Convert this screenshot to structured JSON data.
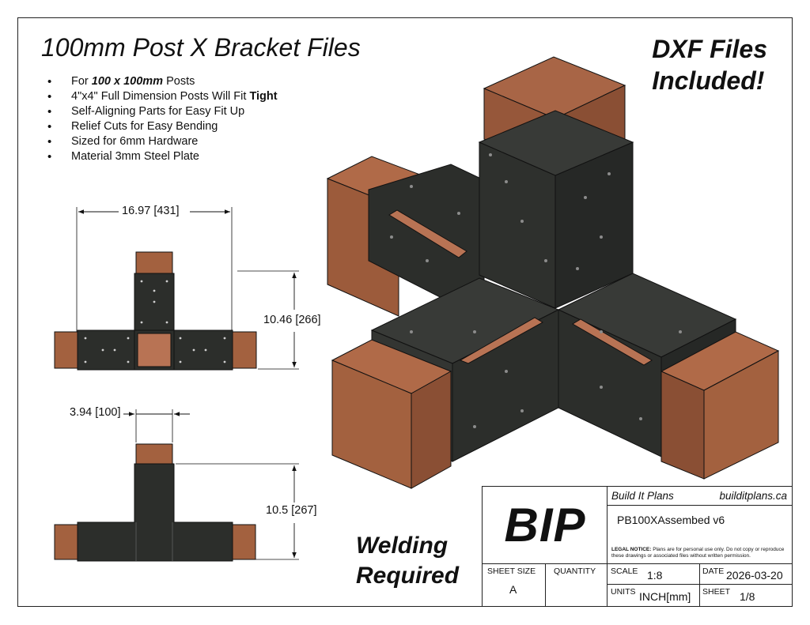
{
  "title": "100mm Post X Bracket Files",
  "features": [
    {
      "pre": "For ",
      "bold": "100 x 100mm",
      "post": " Posts"
    },
    {
      "pre": "4\"x4\" Full Dimension Posts Will Fit ",
      "bold": "Tight",
      "post": ""
    },
    {
      "pre": "Self-Aligning Parts for Easy Fit Up",
      "bold": "",
      "post": ""
    },
    {
      "pre": "Relief Cuts for Easy Bending",
      "bold": "",
      "post": ""
    },
    {
      "pre": "Sized for 6mm Hardware",
      "bold": "",
      "post": ""
    },
    {
      "pre": "Material 3mm Steel Plate",
      "bold": "",
      "post": ""
    }
  ],
  "callouts": {
    "dxf_line1": "DXF Files",
    "dxf_line2": "Included!",
    "weld_line1": "Welding",
    "weld_line2": "Required"
  },
  "dimensions": {
    "overall_width": "16.97 [431]",
    "top_height": "10.46 [266]",
    "post_width": "3.94 [100]",
    "bottom_height": "10.5 [267]"
  },
  "title_block": {
    "logo": "BIP",
    "company": "Build It Plans",
    "website": "builditplans.ca",
    "drawing_name": "PB100XAssembed v6",
    "legal_label": "LEGAL NOTICE:",
    "legal_text": " Plans are for personal use only. Do not copy or reproduce these drawings or associated files without written permission.",
    "sheet_size_label": "SHEET SIZE",
    "sheet_size": "A",
    "quantity_label": "QUANTITY",
    "quantity": "",
    "scale_label": "SCALE",
    "scale": "1:8",
    "date_label": "DATE",
    "date": "2026-03-20",
    "units_label": "UNITS",
    "units": "INCH[mm]",
    "sheet_label": "SHEET",
    "sheet": "1/8"
  },
  "colors": {
    "steel": "#2c2e2b",
    "wood": "#a3613f",
    "wood_end": "#b87354",
    "line": "#111111"
  }
}
